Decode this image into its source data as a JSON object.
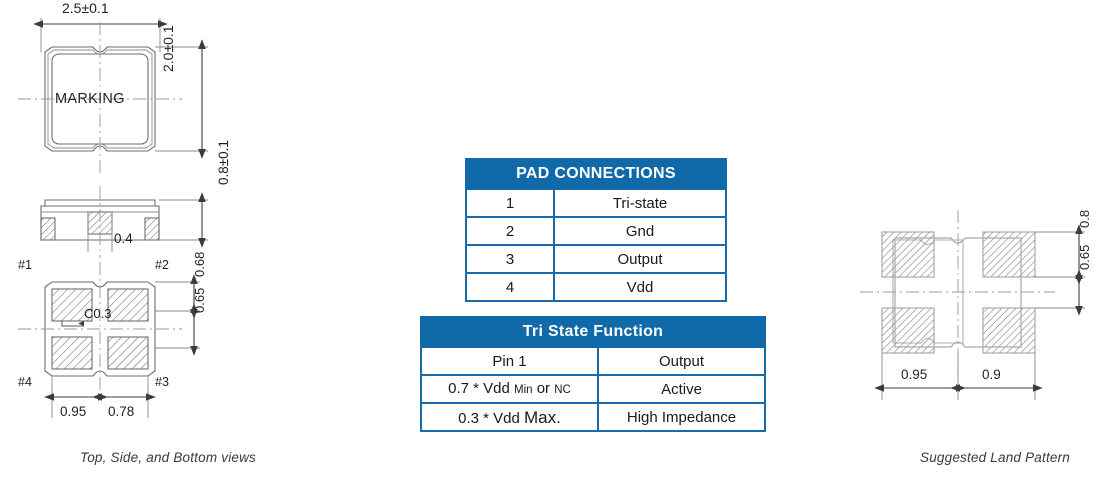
{
  "captions": {
    "left": "Top, Side, and  Bottom  views",
    "right": "Suggested Land Pattern"
  },
  "colors": {
    "table_header_blue": "#1069a8",
    "table_border_blue": "#1a6ca8",
    "drawing_line": "#58595b",
    "hatch_gray": "#808285"
  },
  "pad_connections_table": {
    "title": "PAD CONNECTIONS",
    "rows": [
      {
        "pin": "1",
        "function": "Tri-state"
      },
      {
        "pin": "2",
        "function": "Gnd"
      },
      {
        "pin": "3",
        "function": "Output"
      },
      {
        "pin": "4",
        "function": "Vdd"
      }
    ]
  },
  "tri_state_table": {
    "title": "Tri State Function",
    "header": {
      "c1": "Pin 1",
      "c2": "Output"
    },
    "rows": [
      {
        "c1_parts": [
          {
            "text": "0.7 * Vdd ",
            "size": "normal"
          },
          {
            "text": "Min",
            "size": "small"
          },
          {
            "text": " or ",
            "size": "normal"
          },
          {
            "text": "NC",
            "size": "small"
          }
        ],
        "c1_plain": "0.7 * Vdd Min or NC",
        "c2": "Active"
      },
      {
        "c1_parts": [
          {
            "text": "0.3 * Vdd ",
            "size": "normal"
          },
          {
            "text": "Max.",
            "size": "large"
          }
        ],
        "c1_plain": "0.3 * Vdd Max.",
        "c2": "High Impedance"
      }
    ]
  },
  "top_view": {
    "marking_text": "MARKING",
    "width_dim": "2.5±0.1",
    "height_dim": "2.0±0.1"
  },
  "side_view": {
    "height_dim": "0.8±0.1",
    "center_dim": "0.4"
  },
  "bottom_view": {
    "pin_labels": {
      "p1": "#1",
      "p2": "#2",
      "p3": "#3",
      "p4": "#4"
    },
    "chamfer_note": "C0.3",
    "dim_top": "0.68",
    "dim_mid": "0.65",
    "dim_left": "0.95",
    "dim_right": "0.78"
  },
  "land_pattern": {
    "dim_pad_height": "0.8",
    "dim_gap": "0.65",
    "dim_pitch": "0.95",
    "dim_pad_width": "0.9"
  }
}
